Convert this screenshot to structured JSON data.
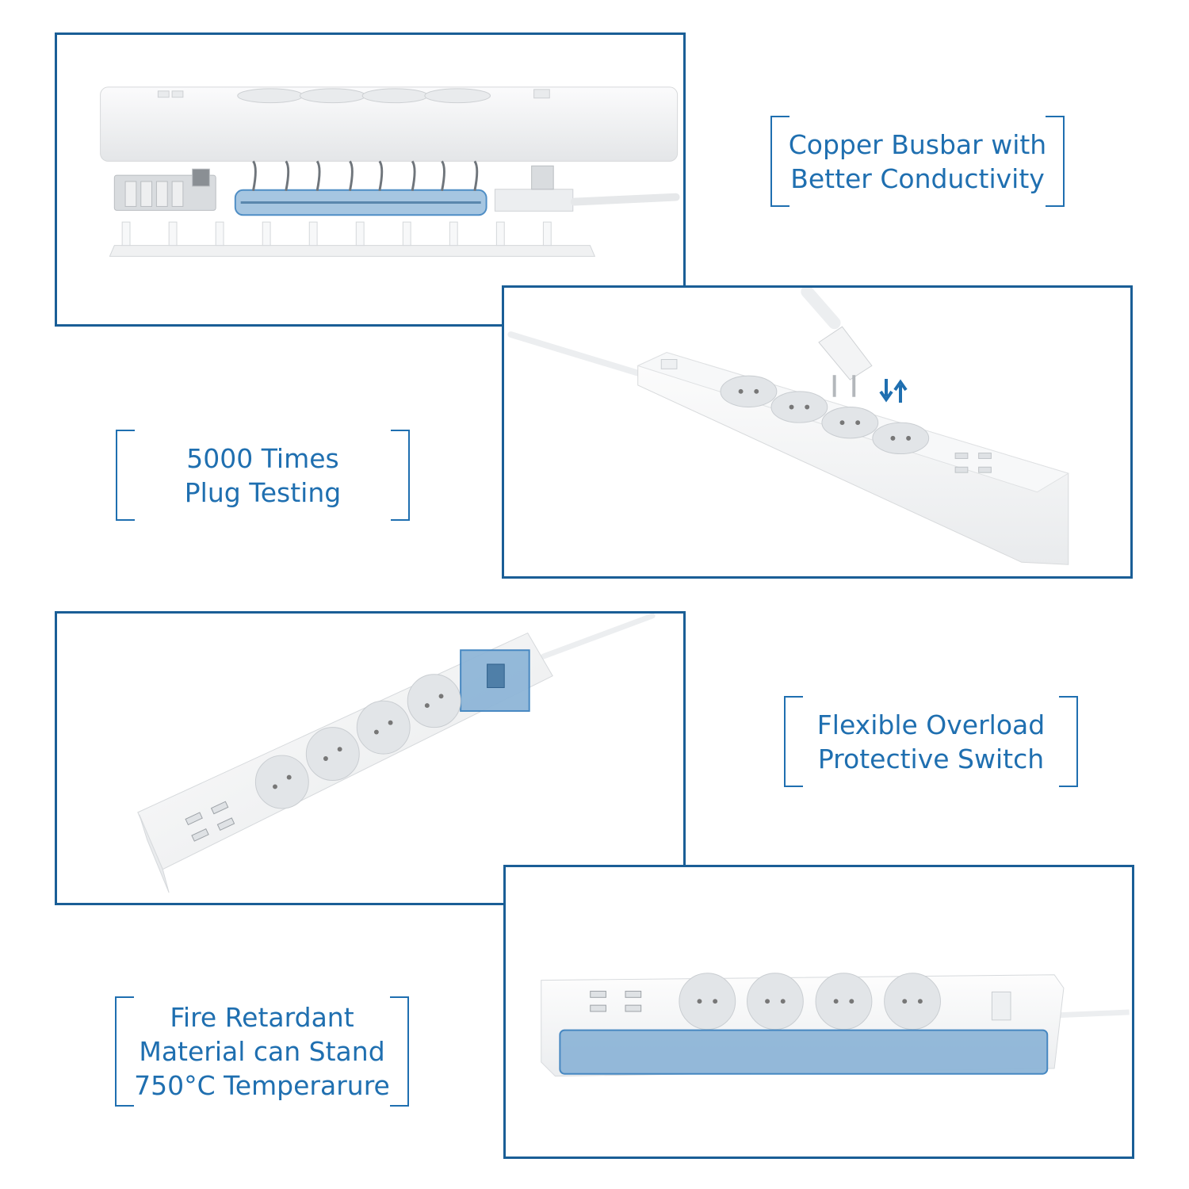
{
  "colors": {
    "frame": "#1a5e96",
    "text": "#1f6fb0",
    "highlight": "#8fb6d8",
    "product": "#f4f5f6"
  },
  "captions": {
    "busbar": {
      "lines": [
        "Copper Busbar with",
        "Better Conductivity"
      ]
    },
    "plug": {
      "lines": [
        "5000 Times",
        "Plug Testing"
      ]
    },
    "switch": {
      "lines": [
        "Flexible Overload",
        "Protective Switch"
      ]
    },
    "fire": {
      "lines": [
        "Fire Retardant",
        "Material can Stand",
        "750°C Temperarure"
      ]
    }
  },
  "icons": {
    "plug_arrows": "up-down-arrows-icon"
  }
}
